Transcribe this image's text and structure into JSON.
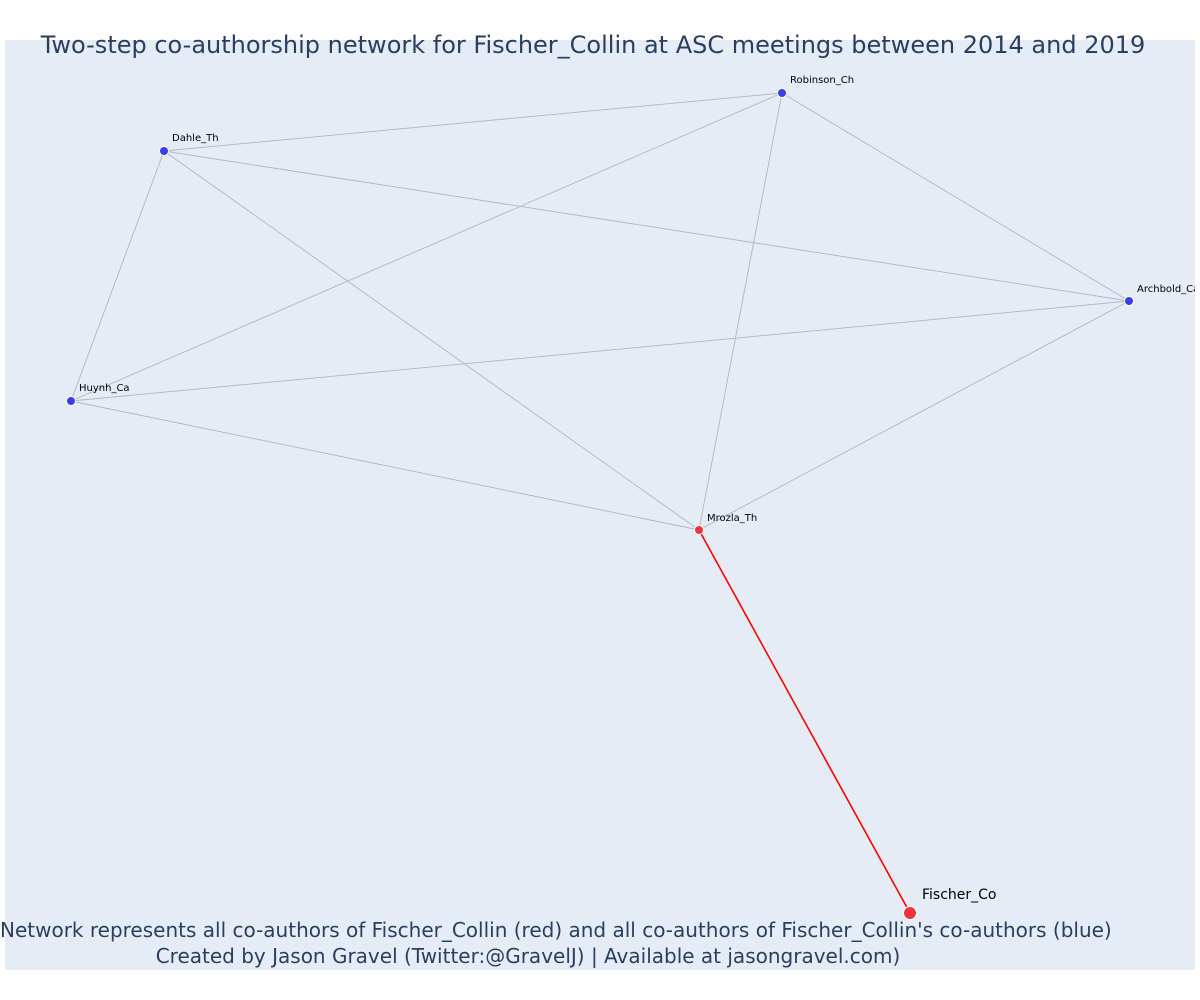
{
  "title": "Two-step co-authorship network for Fischer_Collin at ASC meetings between 2014 and 2019",
  "caption": {
    "line1": "Network represents all co-authors of Fischer_Collin (red) and all co-authors of Fischer_Collin's co-authors (blue)",
    "line2": "Created by Jason Gravel (Twitter:@GravelJ) | Available at jasongravel.com)"
  },
  "colors": {
    "background": "#e5ecf6",
    "text": "#2a3f5f",
    "focal": "#ef3340",
    "coauthor": "#ef3340",
    "second_step": "#3b3bef",
    "edge": "#b4b4c4",
    "focal_edge": "#ff0000"
  },
  "nodes": [
    {
      "id": "Fischer_Co",
      "label": "Fischer_Co",
      "group": "focal"
    },
    {
      "id": "Mrozla_Th",
      "label": "Mrozla_Th",
      "group": "coauthor"
    },
    {
      "id": "Robinson_Ch",
      "label": "Robinson_Ch",
      "group": "second_step"
    },
    {
      "id": "Dahle_Th",
      "label": "Dahle_Th",
      "group": "second_step"
    },
    {
      "id": "Archbold_Ca",
      "label": "Archbold_Ca",
      "group": "second_step"
    },
    {
      "id": "Huynh_Ca",
      "label": "Huynh_Ca",
      "group": "second_step"
    }
  ],
  "edges": [
    {
      "source": "Fischer_Co",
      "target": "Mrozla_Th",
      "type": "focal"
    },
    {
      "source": "Mrozla_Th",
      "target": "Robinson_Ch",
      "type": "secondary"
    },
    {
      "source": "Mrozla_Th",
      "target": "Dahle_Th",
      "type": "secondary"
    },
    {
      "source": "Mrozla_Th",
      "target": "Archbold_Ca",
      "type": "secondary"
    },
    {
      "source": "Mrozla_Th",
      "target": "Huynh_Ca",
      "type": "secondary"
    },
    {
      "source": "Robinson_Ch",
      "target": "Dahle_Th",
      "type": "secondary"
    },
    {
      "source": "Robinson_Ch",
      "target": "Archbold_Ca",
      "type": "secondary"
    },
    {
      "source": "Robinson_Ch",
      "target": "Huynh_Ca",
      "type": "secondary"
    },
    {
      "source": "Dahle_Th",
      "target": "Archbold_Ca",
      "type": "secondary"
    },
    {
      "source": "Dahle_Th",
      "target": "Huynh_Ca",
      "type": "secondary"
    },
    {
      "source": "Archbold_Ca",
      "target": "Huynh_Ca",
      "type": "secondary"
    }
  ]
}
